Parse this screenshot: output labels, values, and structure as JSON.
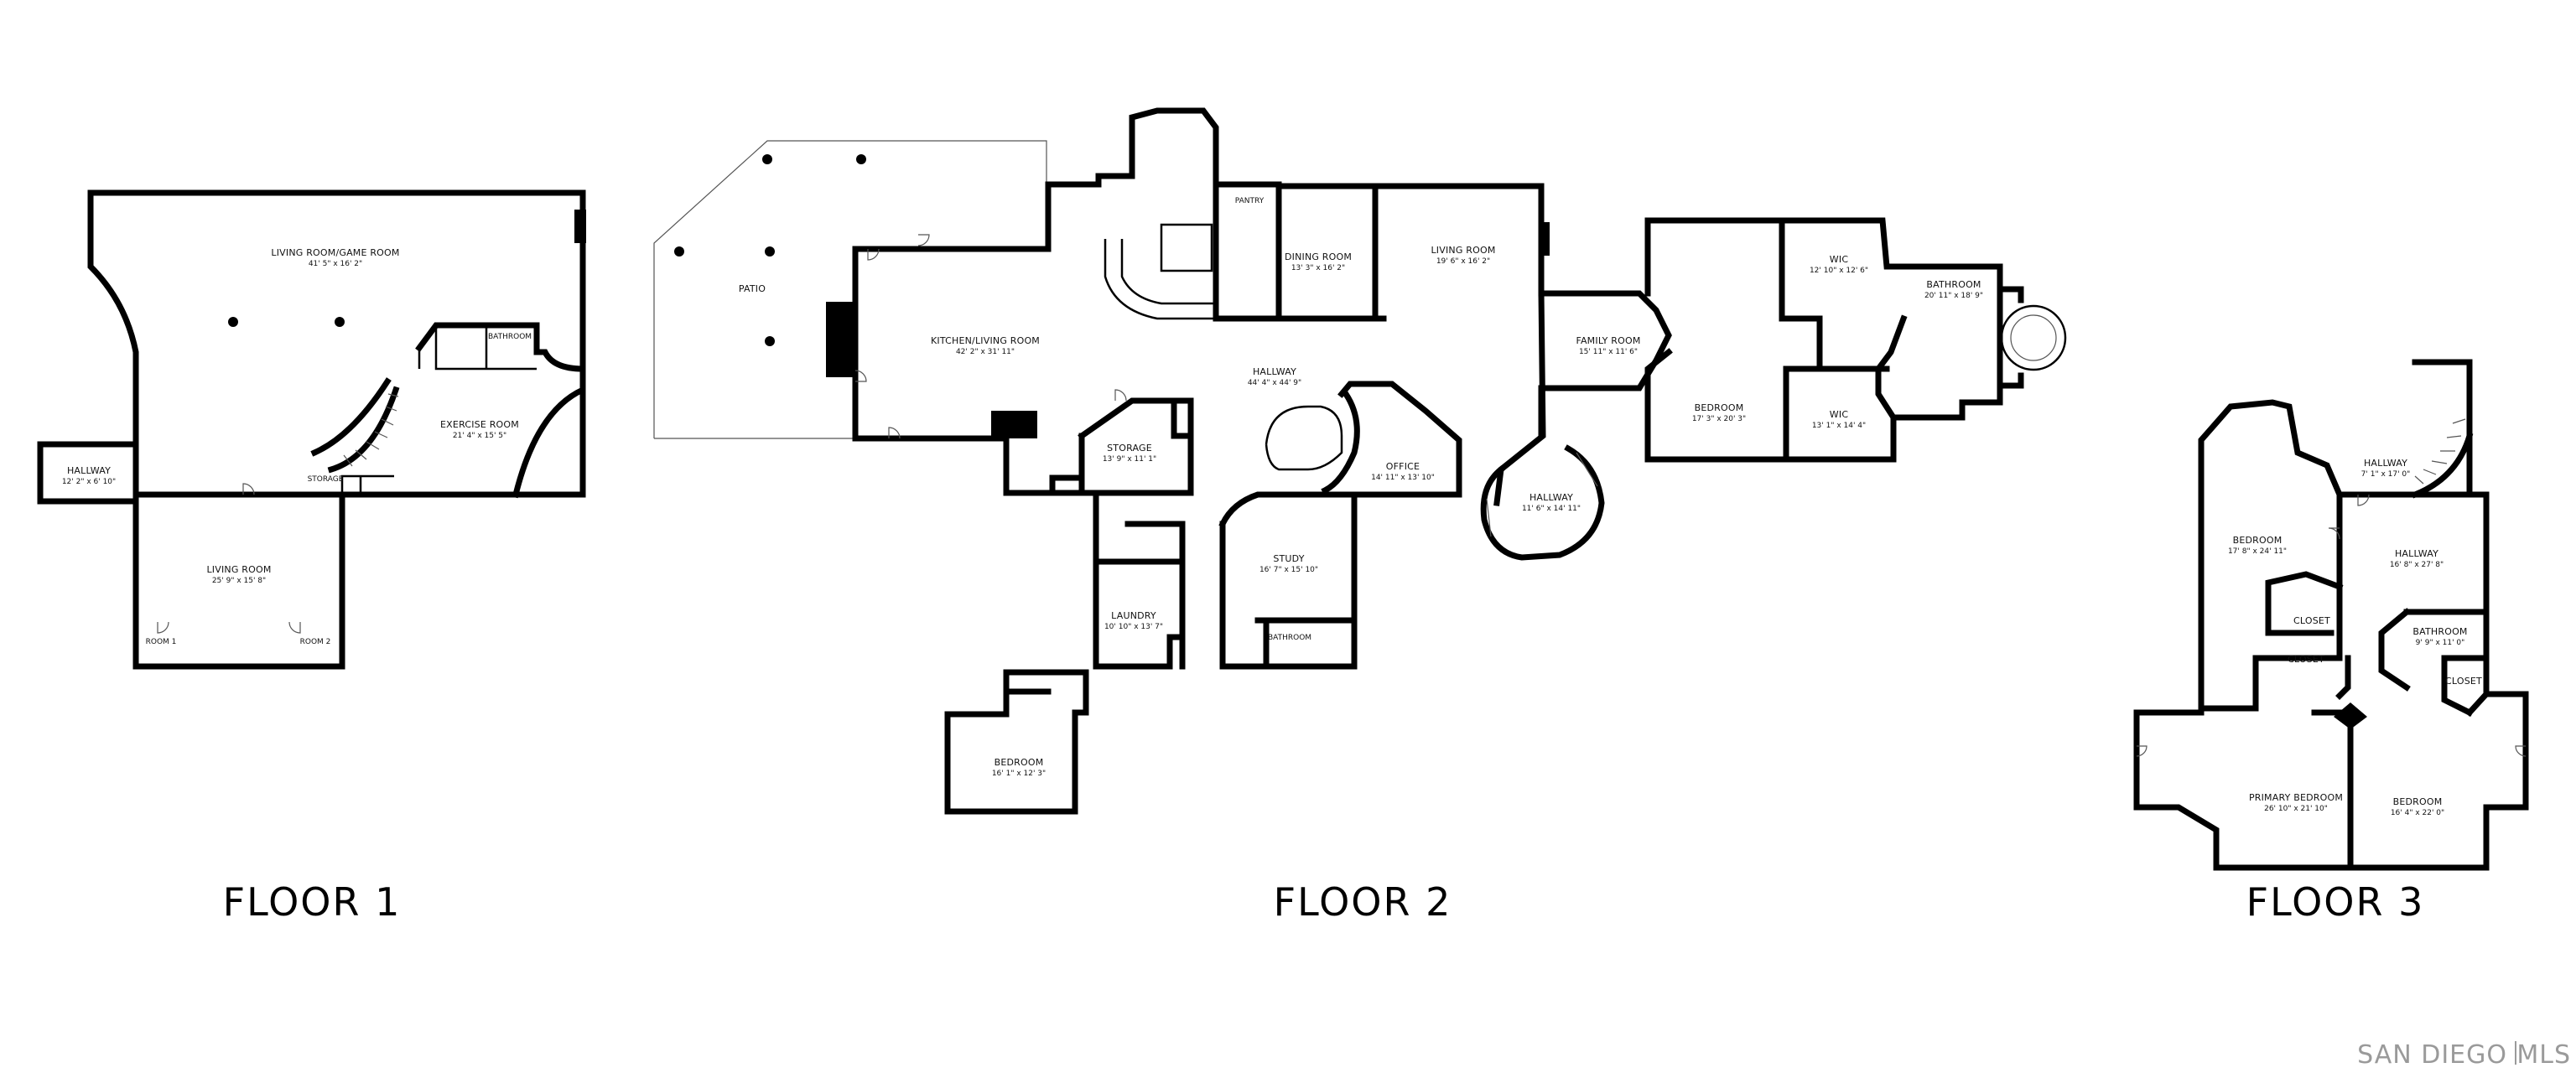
{
  "floors": [
    {
      "label": "FLOOR 1",
      "rooms": [
        {
          "name": "LIVING ROOM/GAME ROOM",
          "dim": "41' 5\" x 16' 2\""
        },
        {
          "name": "EXERCISE ROOM",
          "dim": "21' 4\" x 15' 5\""
        },
        {
          "name": "HALLWAY",
          "dim": "12' 2\" x 6' 10\""
        },
        {
          "name": "LIVING ROOM",
          "dim": "25' 9\" x 15' 8\""
        },
        {
          "name": "STORAGE",
          "dim": ""
        },
        {
          "name": "BATHROOM",
          "dim": ""
        },
        {
          "name": "ROOM 1",
          "dim": ""
        },
        {
          "name": "ROOM 2",
          "dim": ""
        }
      ]
    },
    {
      "label": "FLOOR 2",
      "rooms": [
        {
          "name": "PATIO",
          "dim": ""
        },
        {
          "name": "KITCHEN/LIVING ROOM",
          "dim": "42' 2\" x 31' 11\""
        },
        {
          "name": "DINING ROOM",
          "dim": "13' 3\" x 16' 2\""
        },
        {
          "name": "LIVING ROOM",
          "dim": "19' 6\" x 16' 2\""
        },
        {
          "name": "PANTRY",
          "dim": ""
        },
        {
          "name": "HALLWAY",
          "dim": "44' 4\" x 44' 9\""
        },
        {
          "name": "STORAGE",
          "dim": "13' 9\" x 11' 1\""
        },
        {
          "name": "OFFICE",
          "dim": "14' 11\" x 13' 10\""
        },
        {
          "name": "HALLWAY",
          "dim": "11' 6\" x 14' 11\""
        },
        {
          "name": "STUDY",
          "dim": "16' 7\" x 15' 10\""
        },
        {
          "name": "LAUNDRY",
          "dim": "10' 10\" x 13' 7\""
        },
        {
          "name": "BATHROOM",
          "dim": ""
        },
        {
          "name": "BEDROOM",
          "dim": "16' 1\" x 12' 3\""
        },
        {
          "name": "FAMILY ROOM",
          "dim": "15' 11\" x 11' 6\""
        },
        {
          "name": "BEDROOM",
          "dim": "17' 3\" x 20' 3\""
        },
        {
          "name": "WIC",
          "dim": "12' 10\" x 12' 6\""
        },
        {
          "name": "WIC",
          "dim": "13' 1\" x 14' 4\""
        },
        {
          "name": "BATHROOM",
          "dim": "20' 11\" x 18' 9\""
        }
      ]
    },
    {
      "label": "FLOOR 3",
      "rooms": [
        {
          "name": "HALLWAY",
          "dim": "7' 1\" x 17' 0\""
        },
        {
          "name": "BEDROOM",
          "dim": "17' 8\" x 24' 11\""
        },
        {
          "name": "HALLWAY",
          "dim": "16' 8\" x 27' 8\""
        },
        {
          "name": "CLOSET",
          "dim": ""
        },
        {
          "name": "CLOSET",
          "dim": ""
        },
        {
          "name": "BATHROOM",
          "dim": "9' 9\" x 11' 0\""
        },
        {
          "name": "CLOSET",
          "dim": ""
        },
        {
          "name": "PRIMARY BEDROOM",
          "dim": "26' 10\" x 21' 10\""
        },
        {
          "name": "BEDROOM",
          "dim": "16' 4\" x 22' 0\""
        }
      ]
    }
  ],
  "watermark": {
    "left": "SAN DIEGO",
    "right": "MLS"
  }
}
